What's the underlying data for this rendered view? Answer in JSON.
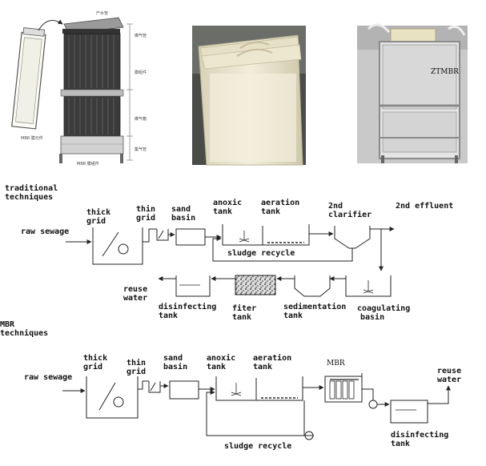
{
  "photos": {
    "module_diagram_tags": [
      "产水管",
      "曝气管",
      "膜组件",
      "曝气箱",
      "集气管",
      "MBR 膜元件",
      "MBR 膜组件"
    ],
    "frame_plate_text": "ZTMBR"
  },
  "traditional": {
    "heading_line1": "traditional",
    "heading_line2": "techniques",
    "raw_sewage": "raw sewage",
    "thick_grid_1": "thick",
    "thick_grid_2": "grid",
    "thin_grid_1": "thin",
    "thin_grid_2": "grid",
    "sand_basin_1": "sand",
    "sand_basin_2": "basin",
    "anoxic_tank_1": "anoxic",
    "anoxic_tank_2": "tank",
    "aeration_tank_1": "aeration",
    "aeration_tank_2": "tank",
    "clarifier_1": "2nd",
    "clarifier_2": "clarifier",
    "effluent": "2nd effluent",
    "sludge_recycle": "sludge recycle",
    "reuse_water_1": "reuse",
    "reuse_water_2": "water",
    "disinfecting_1": "disinfecting",
    "disinfecting_2": "tank",
    "filter_1": "fiter",
    "filter_2": "tank",
    "sedimentation_1": "sedimentation",
    "sedimentation_2": "tank",
    "coagulating_1": "coagulating",
    "coagulating_2": "basin"
  },
  "mbr": {
    "heading_line1": "MBR",
    "heading_line2": "techniques",
    "raw_sewage": "raw sewage",
    "thick_grid_1": "thick",
    "thick_grid_2": "grid",
    "thin_grid_1": "thin",
    "thin_grid_2": "grid",
    "sand_basin_1": "sand",
    "sand_basin_2": "basin",
    "anoxic_tank_1": "anoxic",
    "anoxic_tank_2": "tank",
    "aeration_tank_1": "aeration",
    "aeration_tank_2": "tank",
    "mbr_label": "MBR",
    "reuse_water_1": "reuse",
    "reuse_water_2": "water",
    "disinfecting_1": "disinfecting",
    "disinfecting_2": "tank",
    "sludge_recycle": "sludge recycle"
  }
}
